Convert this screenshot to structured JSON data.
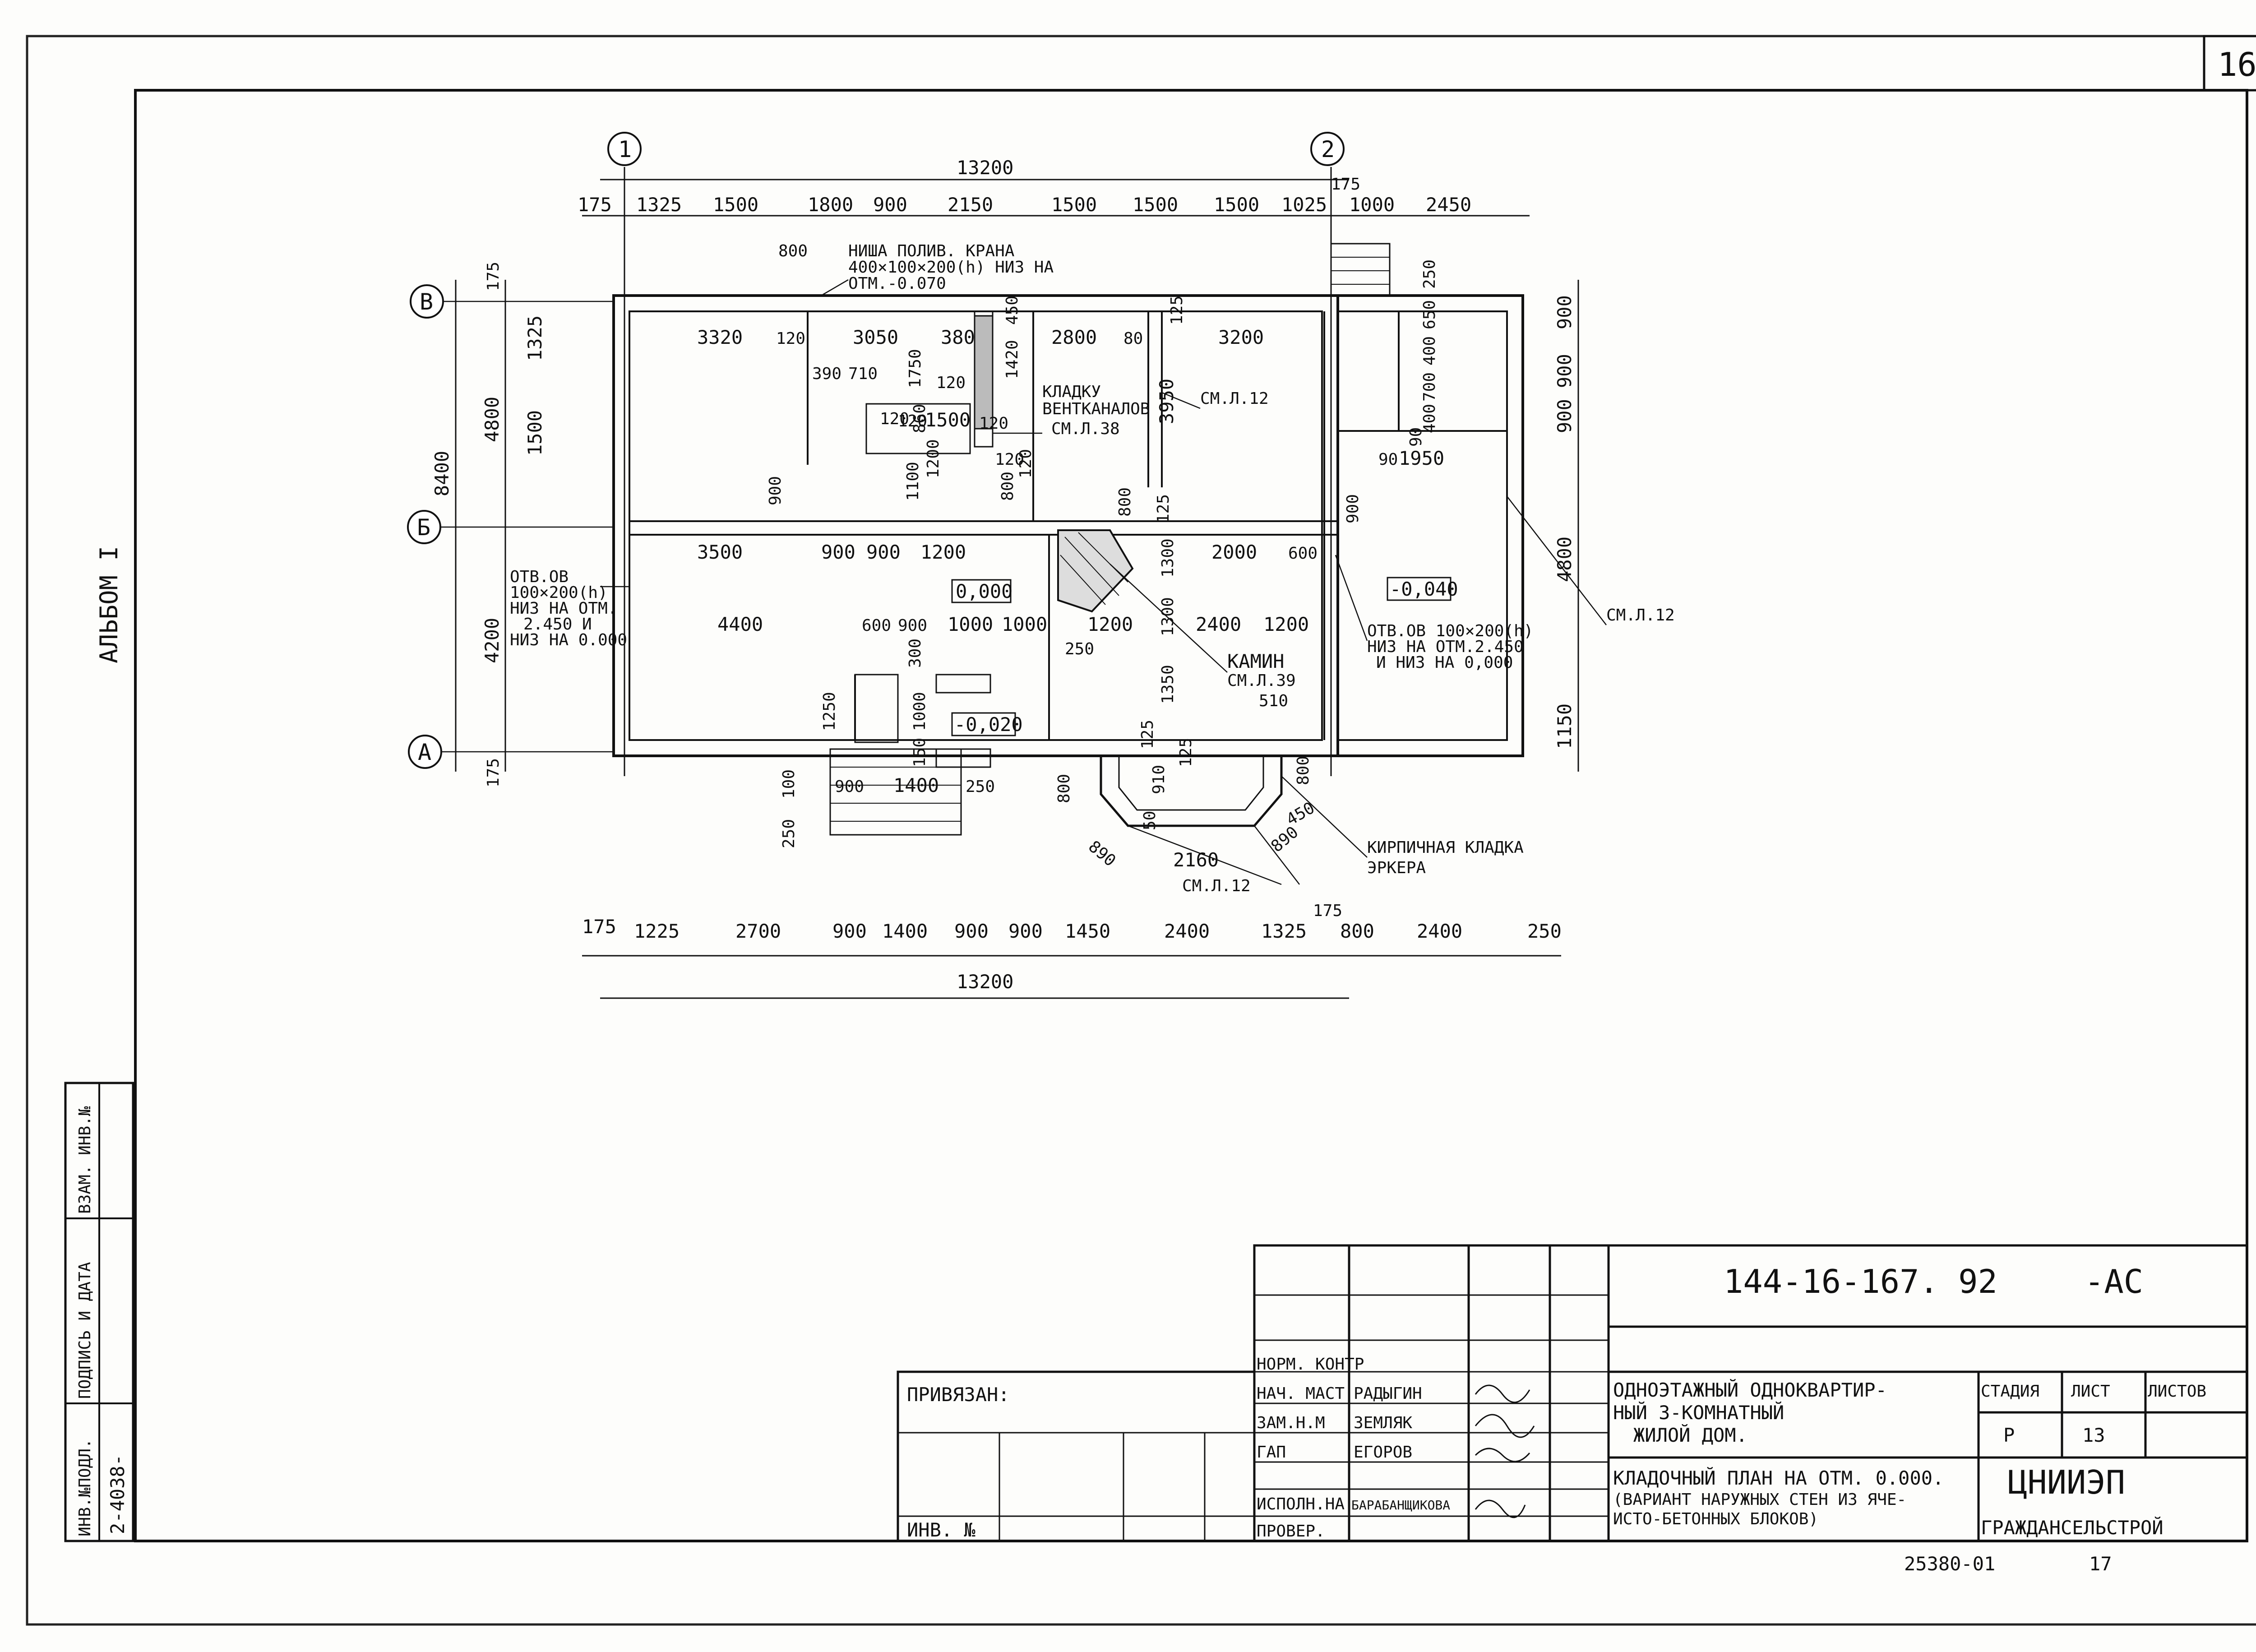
{
  "sheet": {
    "page_no": "16",
    "album": "АЛЬБОМ I",
    "bottom_code": "25380-01",
    "bottom_page": "17"
  },
  "axes": {
    "v1": "1",
    "v2": "2",
    "h_v": "В",
    "h_b": "Б",
    "h_a": "А"
  },
  "dims": {
    "top_total": "13200",
    "top_chain": [
      "175",
      "1325",
      "1500",
      "1800",
      "900",
      "2150",
      "1500",
      "1500",
      "1500",
      "1025",
      "1000",
      "2450"
    ],
    "top_175b": "175",
    "bottom_chain": [
      "175",
      "1225",
      "2700",
      "900",
      "1400",
      "900",
      "900",
      "1450",
      "2400",
      "1325",
      "800",
      "2400",
      "250"
    ],
    "bottom_175b": "175",
    "bottom_total": "13200",
    "left_total": "8400",
    "left_outer": [
      "175",
      "4800",
      "4200",
      "175"
    ],
    "left_inner": [
      "1325",
      "1500"
    ],
    "right_outer": [
      "900",
      "900",
      "900",
      "4800",
      "1150"
    ],
    "right_small": [
      "250",
      "650",
      "400",
      "700",
      "400",
      "90"
    ],
    "room_top": [
      "3320",
      "120",
      "3050",
      "380",
      "2800",
      "80",
      "3200"
    ],
    "room_mid": [
      "3500",
      "900",
      "900",
      "1200"
    ],
    "room_lower": [
      "4400",
      "600",
      "900",
      "1000",
      "1000",
      "1200",
      "2400",
      "1200"
    ],
    "misc": [
      "800",
      "390",
      "710",
      "120",
      "1750",
      "120",
      "1420",
      "450",
      "120",
      "860",
      "1500",
      "120",
      "1100",
      "1200",
      "120",
      "800",
      "120",
      "900",
      "3950",
      "125",
      "800",
      "125",
      "1300",
      "2000",
      "600",
      "250",
      "1300",
      "1350",
      "125",
      "300",
      "1000",
      "1250",
      "150",
      "100",
      "250",
      "900",
      "1400",
      "250",
      "910",
      "125",
      "800",
      "50",
      "2160",
      "890",
      "890",
      "450",
      "800",
      "1950",
      "90",
      "900"
    ]
  },
  "notes": {
    "niche": "НИША ПОЛИВ. КРАНА",
    "niche2": "400×100×200(h) НИЗ НА",
    "niche3": "ОТМ.-0.070",
    "vent1": "КЛАДКУ",
    "vent2": "ВЕНТКАНАЛОВ",
    "vent3": "СМ.Л.38",
    "seel12a": "СМ.Л.12",
    "seel12b": "СМ.Л.12",
    "seel12c": "СМ.Л.12",
    "opening_l1": "ОТВ.ОВ",
    "opening_l2": "100×200(h)",
    "opening_l3": "НИЗ НА ОТМ.",
    "opening_l4": "2.450 И",
    "opening_l5": "НИЗ НА 0.000",
    "opening_r1": "ОТВ.ОВ 100×200(h)",
    "opening_r2": "НИЗ НА ОТМ.2.450",
    "opening_r3": "И НИЗ НА 0,000",
    "level_000": "0,000",
    "level_040": "-0,040",
    "level_020": "-0,020",
    "fireplace1": "КАМИН",
    "fireplace2": "СМ.Л.39",
    "fireplace3": "510",
    "bay1": "КИРПИЧНАЯ КЛАДКА",
    "bay2": "ЭРКЕРА"
  },
  "stamp": {
    "code": "144-16-167. 92",
    "suffix": "-АС",
    "privyazan": "ПРИВЯЗАН:",
    "inv_no": "ИНВ. №",
    "roles": [
      "НОРМ. КОНТР",
      "НАЧ. МАСТ",
      "ЗАМ.Н.М",
      "ГАП",
      "ИСПОЛН.НА",
      "ПРОВЕР."
    ],
    "names": [
      "",
      "РАДЫГИН",
      "ЗЕМЛЯК",
      "ЕГОРОВ",
      "БАРАБАНЩИКОВА",
      ""
    ],
    "title1": "ОДНОЭТАЖНЫЙ ОДНОКВАРТИР-",
    "title2": "НЫЙ 3-КОМНАТНЫЙ",
    "title3": "ЖИЛОЙ ДОМ.",
    "desc1": "КЛАДОЧНЫЙ ПЛАН НА ОТМ. 0.000.",
    "desc2": "(ВАРИАНТ НАРУЖНЫХ СТЕН ИЗ ЯЧЕ-",
    "desc3": "ИСТО-БЕТОННЫХ БЛОКОВ)",
    "stage_h": "СТАДИЯ",
    "sheet_h": "ЛИСТ",
    "sheets_h": "ЛИСТОВ",
    "stage": "Р",
    "sheet": "13",
    "org1": "ЦНИИЭП",
    "org2": "ГРАЖДАНСЕЛЬСТРОЙ"
  },
  "sidebar": {
    "inv_podl": "ИНВ.№ПОДЛ.",
    "podpis": "ПОДПИСЬ И ДАТА",
    "vzam": "ВЗАМ. ИНВ.№",
    "inv_val": "2-4038-"
  }
}
